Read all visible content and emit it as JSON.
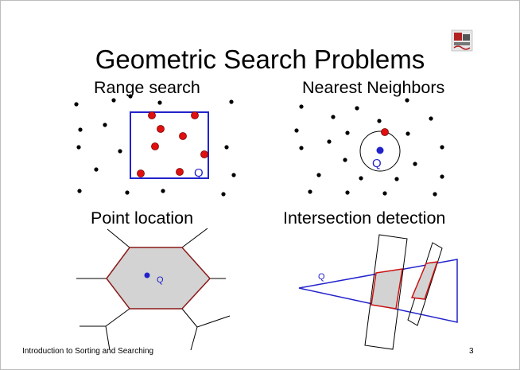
{
  "slide": {
    "title": "Geometric Search Problems",
    "footer": "Introduction to Sorting and Searching",
    "page_number": "3",
    "logo_icon": "faculty-logo-icon"
  },
  "panels": {
    "range_search": {
      "heading": "Range search",
      "query_label": "Q"
    },
    "nearest_neighbors": {
      "heading": "Nearest Neighbors",
      "query_label": "Q"
    },
    "point_location": {
      "heading": "Point location",
      "query_label": "Q"
    },
    "intersection_detection": {
      "heading": "Intersection detection",
      "query_label": "Q"
    }
  },
  "colors": {
    "black": "#000000",
    "red_point": "#e01010",
    "blue": "#2222cc",
    "dark_red_edge": "#8b1a1a",
    "gray_fill": "#d3d3d3"
  }
}
